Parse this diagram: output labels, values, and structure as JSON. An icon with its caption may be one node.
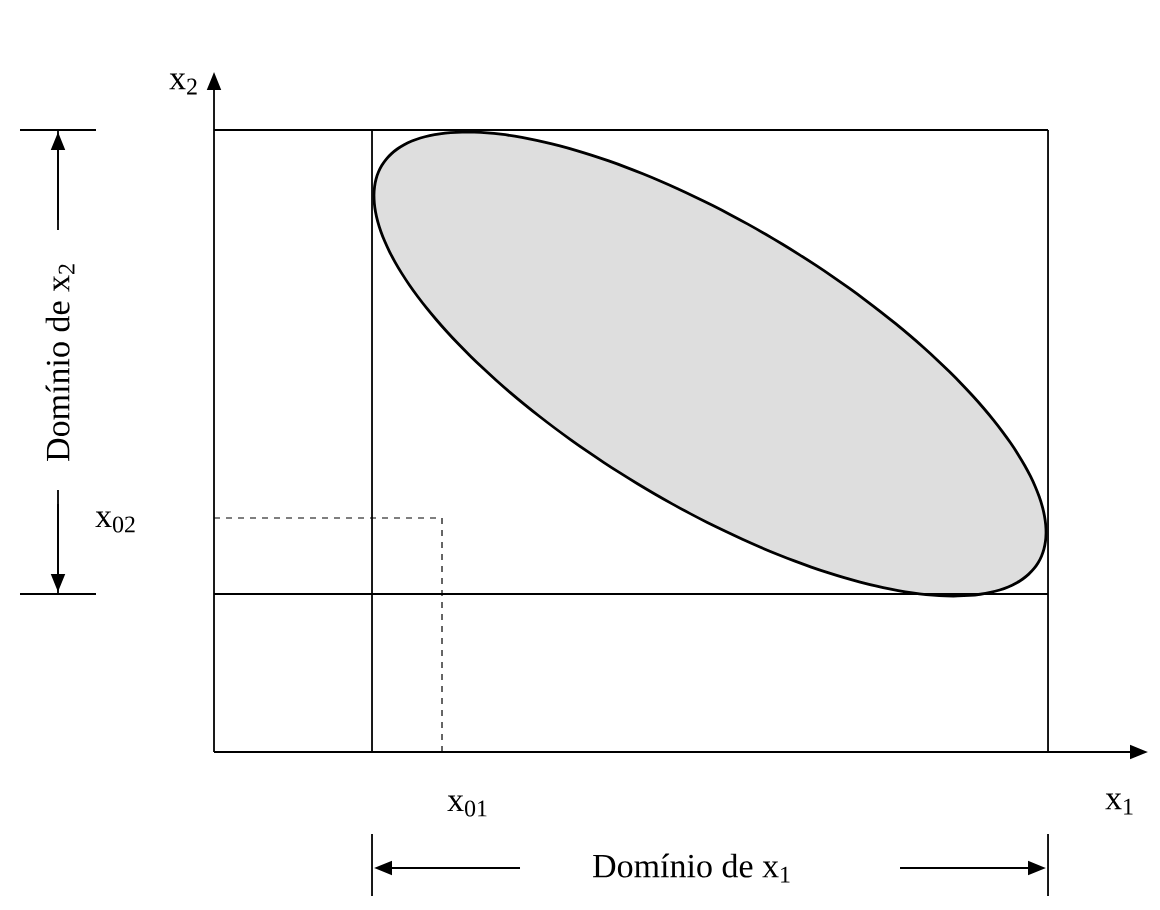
{
  "diagram": {
    "labels": [
      "x$_{2}$",
      "Domínio de x$_{2}$",
      "x$_{02}$",
      "x$_{01}$",
      "x$_{1}$",
      "Domínio de x$_{1}$"
    ]
  }
}
